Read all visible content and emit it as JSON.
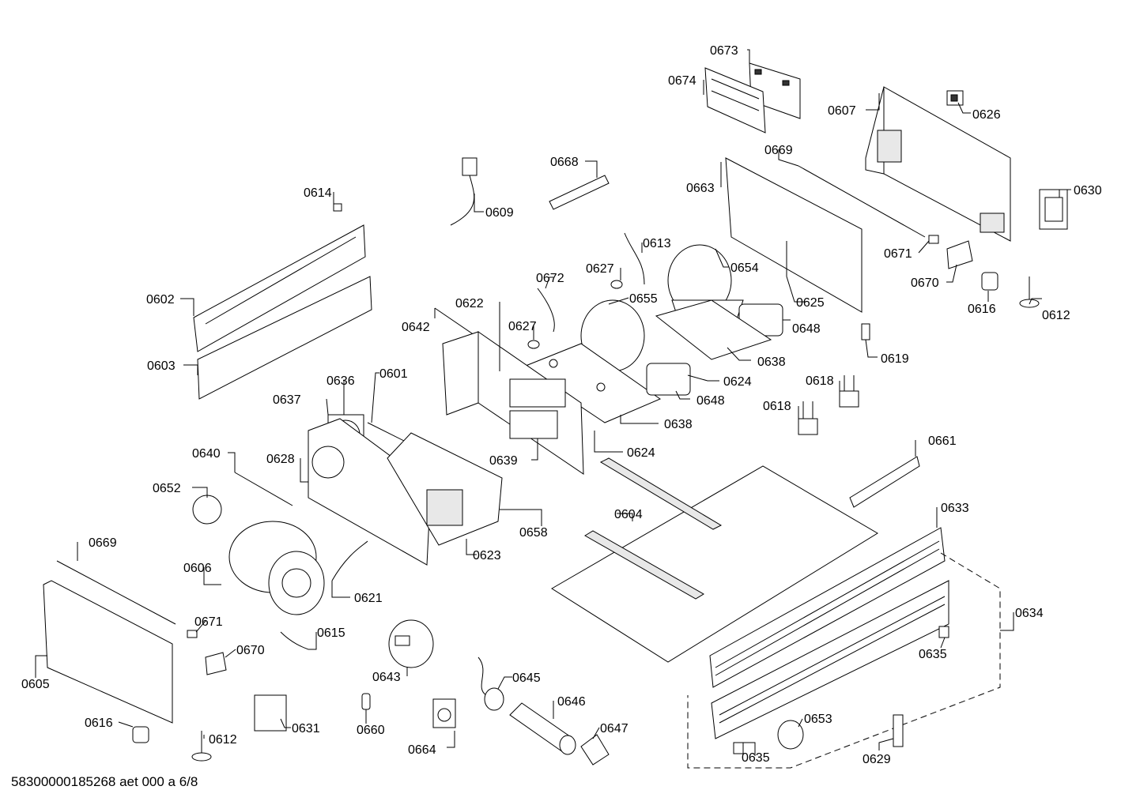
{
  "document": {
    "footer_text": "58300000185268 aet 000 a 6/8"
  },
  "labels": {
    "p0673": "0673",
    "p0674": "0674",
    "p0607": "0607",
    "p0626": "0626",
    "p0669a": "0669",
    "p0668": "0668",
    "p0663": "0663",
    "p0630": "0630",
    "p0614": "0614",
    "p0609": "0609",
    "p0613": "0613",
    "p0671a": "0671",
    "p0627a": "0627",
    "p0654": "0654",
    "p0672": "0672",
    "p0670a": "0670",
    "p0602": "0602",
    "p0655": "0655",
    "p0625": "0625",
    "p0616a": "0616",
    "p0612a": "0612",
    "p0622": "0622",
    "p0648a": "0648",
    "p0642": "0642",
    "p0627b": "0627",
    "p0638a": "0638",
    "p0619": "0619",
    "p0603": "0603",
    "p0624a": "0624",
    "p0636": "0636",
    "p0601": "0601",
    "p0648b": "0648",
    "p0618a": "0618",
    "p0637": "0637",
    "p0618b": "0618",
    "p0638b": "0638",
    "p0661": "0661",
    "p0640": "0640",
    "p0628": "0628",
    "p0624b": "0624",
    "p0639": "0639",
    "p0652": "0652",
    "p0633": "0633",
    "p0604": "0604",
    "p0658": "0658",
    "p0669b": "0669",
    "p0623": "0623",
    "p0606": "0606",
    "p0621": "0621",
    "p0634": "0634",
    "p0671b": "0671",
    "p0615": "0615",
    "p0670b": "0670",
    "p0635a": "0635",
    "p0605": "0605",
    "p0643": "0643",
    "p0645": "0645",
    "p0646": "0646",
    "p0653": "0653",
    "p0616b": "0616",
    "p0631": "0631",
    "p0647": "0647",
    "p0612b": "0612",
    "p0660": "0660",
    "p0664": "0664",
    "p0635b": "0635",
    "p0629": "0629"
  }
}
